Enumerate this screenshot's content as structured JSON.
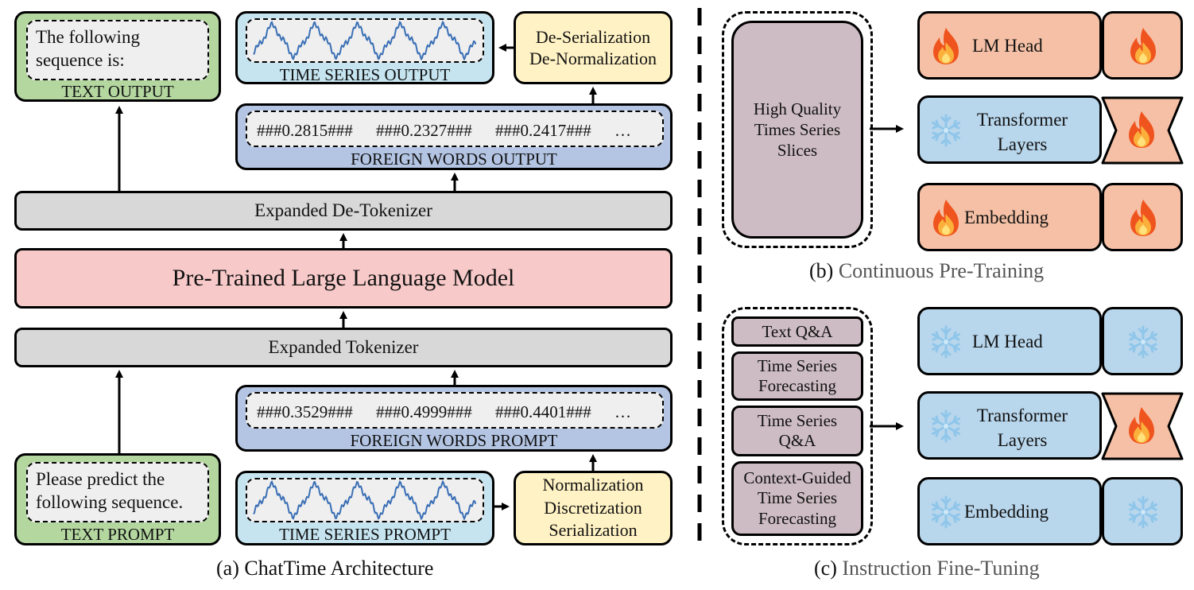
{
  "panel_a": {
    "text_output": {
      "content_line1": "The following",
      "content_line2": "sequence is:",
      "label": "TEXT OUTPUT"
    },
    "time_series_output": {
      "label": "TIME SERIES OUTPUT"
    },
    "deserialize": {
      "line1": "De-Serialization",
      "line2": "De-Normalization"
    },
    "foreign_output": {
      "tokens": [
        "###0.2815###",
        "###0.2327###",
        "###0.2417###",
        "…"
      ],
      "label": "FOREIGN WORDS OUTPUT"
    },
    "detokenizer": "Expanded De-Tokenizer",
    "llm": "Pre-Trained Large Language Model",
    "tokenizer": "Expanded Tokenizer",
    "foreign_prompt": {
      "tokens": [
        "###0.3529###",
        "###0.4999###",
        "###0.4401###",
        "…"
      ],
      "label": "FOREIGN WORDS PROMPT"
    },
    "text_prompt": {
      "content_line1": "Please predict the",
      "content_line2": "following sequence.",
      "label": "TEXT PROMPT"
    },
    "time_series_prompt": {
      "label": "TIME SERIES PROMPT"
    },
    "normalize": {
      "line1": "Normalization",
      "line2": "Discretization",
      "line3": "Serialization"
    },
    "caption": "(a) ChatTime Architecture"
  },
  "panel_b": {
    "data_line1": "High Quality",
    "data_line2": "Times Series",
    "data_line3": "Slices",
    "lm_head": {
      "label": "LM Head",
      "state": "trainable",
      "icon": "fire-icon"
    },
    "transformer": {
      "line1": "Transformer",
      "line2": "Layers",
      "state": "frozen",
      "icon": "snowflake-icon",
      "adapter_icon": "fire-icon"
    },
    "embedding": {
      "label": "Embedding",
      "state": "trainable",
      "icon": "fire-icon"
    },
    "caption_prefix": "(b)",
    "caption_text": "Continuous Pre-Training"
  },
  "panel_c": {
    "tasks": [
      {
        "line1": "Text Q&A",
        "line2": "",
        "line3": ""
      },
      {
        "line1": "Time Series",
        "line2": "Forecasting",
        "line3": ""
      },
      {
        "line1": "Time Series",
        "line2": "Q&A",
        "line3": ""
      },
      {
        "line1": "Context-Guided",
        "line2": "Time Series",
        "line3": "Forecasting"
      }
    ],
    "lm_head": {
      "label": "LM Head",
      "state": "frozen",
      "icon": "snowflake-icon"
    },
    "transformer": {
      "line1": "Transformer",
      "line2": "Layers",
      "state": "frozen",
      "icon": "snowflake-icon",
      "adapter_icon": "fire-icon"
    },
    "embedding": {
      "label": "Embedding",
      "state": "frozen",
      "icon": "snowflake-icon"
    },
    "caption_prefix": "(c)",
    "caption_text": "Instruction Fine-Tuning"
  },
  "colors": {
    "text_box": "#b4d7a0",
    "time_series_box": "#c5e4f0",
    "process_box": "#fff2c4",
    "foreign_box": "#b4c5e4",
    "tokenizer_box": "#d8d8d8",
    "llm_box": "#f8c9c9",
    "data_box": "#cdbcc3",
    "trainable": "#f5c0a5",
    "frozen": "#b8d6ec",
    "series_line": "#3a6fb5"
  }
}
